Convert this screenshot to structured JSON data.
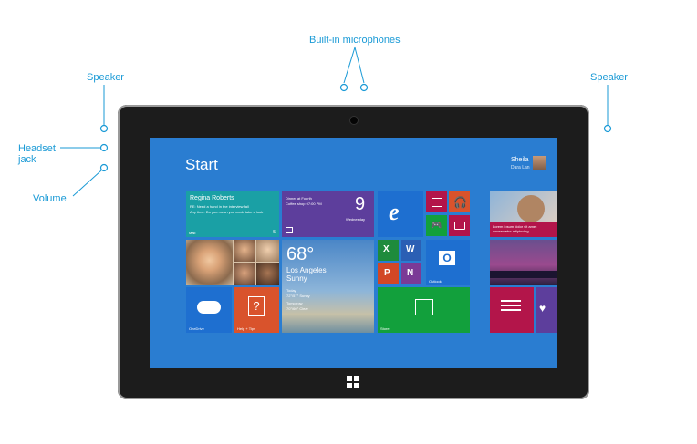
{
  "callouts": {
    "mics": "Built-in microphones",
    "speaker_left": "Speaker",
    "speaker_right": "Speaker",
    "headset": "Headset\njack",
    "volume": "Volume"
  },
  "screen": {
    "title": "Start",
    "user_name": "Sheila",
    "user_sub": "Dara Lan",
    "tiles": {
      "people_name": "Regina Roberts",
      "people_line1": "RE: Need a hand in the interview fall",
      "people_line2": "Any time. Do you mean you could take a look",
      "mail_label": "Mail",
      "mail_count": "5",
      "cal_event": "Dinner at Fourth",
      "cal_sub": "Coffee shop 07:00 PM",
      "cal_day": "9",
      "cal_weekday": "Wednesday",
      "weather_temp": "68°",
      "weather_city": "Los Angeles",
      "weather_cond": "Sunny",
      "weather_today": "Today",
      "weather_today_val": "72°/57° Sunny",
      "weather_tomorrow": "Tomorrow",
      "weather_tomorrow_val": "70°/60° Clear",
      "onedrive": "OneDrive",
      "help": "Help + Tips",
      "store": "Store",
      "outlook": "Outlook",
      "news_headline": "Lorem ipsum dolor sit amet consectetur adipiscing",
      "health": "Health"
    }
  },
  "colors": {
    "accent": "#1a9ad6",
    "screen_bg": "#2a7dd1",
    "teal": "#1aa0a5",
    "purple": "#5d3e9c",
    "red": "#c0392b",
    "green": "#12a03c",
    "orange": "#d9532c",
    "crimson": "#b3154a"
  }
}
